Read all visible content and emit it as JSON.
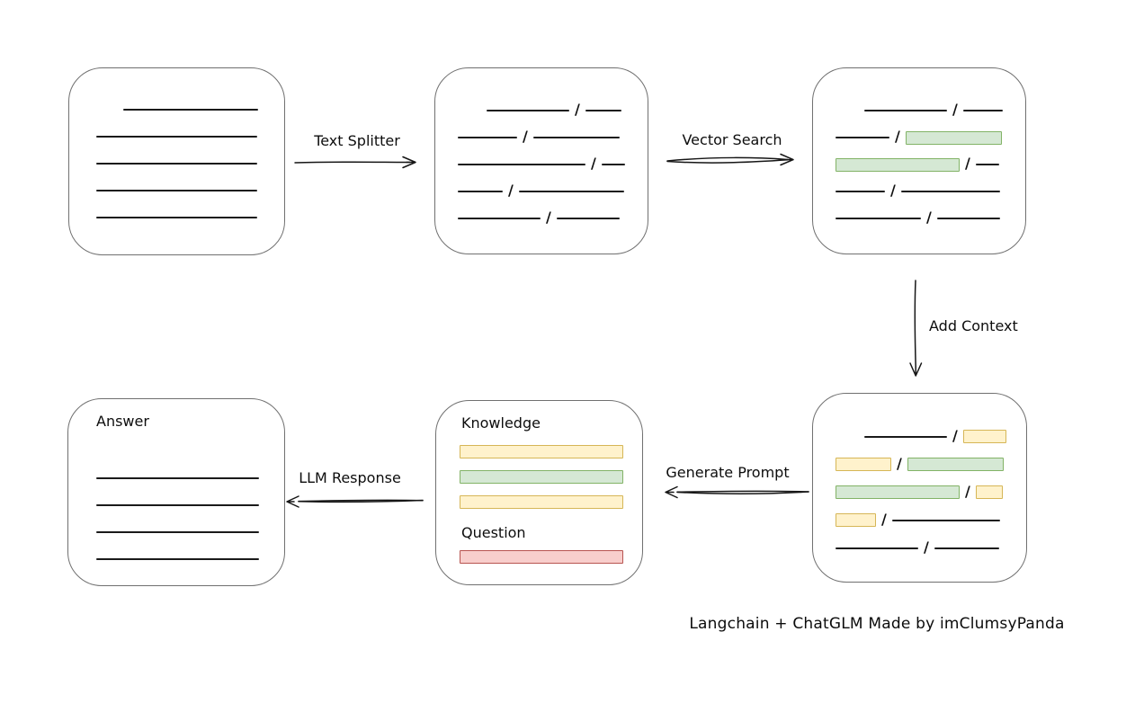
{
  "caption": "Langchain + ChatGLM Made by imClumsyPanda",
  "palette": {
    "green": {
      "fill": "#d5e8d4",
      "stroke": "#82b366"
    },
    "yellow": {
      "fill": "#fff2cc",
      "stroke": "#d6b656"
    },
    "red": {
      "fill": "#f8cecc",
      "stroke": "#b85450"
    },
    "box_stroke": "#707070",
    "ink": "#1a1a1a"
  },
  "arrows": {
    "text_splitter": {
      "label": "Text Splitter",
      "direction": "right"
    },
    "vector_search": {
      "label": "Vector Search",
      "direction": "right"
    },
    "add_context": {
      "label": "Add Context",
      "direction": "down"
    },
    "generate_prompt": {
      "label": "Generate Prompt",
      "direction": "left"
    },
    "llm_response": {
      "label": "LLM Response",
      "direction": "left"
    }
  },
  "boxes": {
    "document": {
      "rows": [
        [
          {
            "t": "line",
            "w": 150,
            "ml": 30
          }
        ],
        [
          {
            "t": "line",
            "w": 179
          }
        ],
        [
          {
            "t": "line",
            "w": 179
          }
        ],
        [
          {
            "t": "line",
            "w": 179
          }
        ],
        [
          {
            "t": "line",
            "w": 179
          }
        ]
      ]
    },
    "split_text": {
      "rows": [
        [
          {
            "t": "line",
            "w": 92,
            "ml": 32
          },
          {
            "t": "slash"
          },
          {
            "t": "line",
            "w": 40
          }
        ],
        [
          {
            "t": "line",
            "w": 66
          },
          {
            "t": "slash"
          },
          {
            "t": "line",
            "w": 96
          }
        ],
        [
          {
            "t": "line",
            "w": 142
          },
          {
            "t": "slash"
          },
          {
            "t": "line",
            "w": 26
          }
        ],
        [
          {
            "t": "line",
            "w": 50
          },
          {
            "t": "slash"
          },
          {
            "t": "line",
            "w": 117
          }
        ],
        [
          {
            "t": "line",
            "w": 92
          },
          {
            "t": "slash"
          },
          {
            "t": "line",
            "w": 70
          }
        ]
      ]
    },
    "vector_matches": {
      "rows": [
        [
          {
            "t": "line",
            "w": 92,
            "ml": 32
          },
          {
            "t": "slash"
          },
          {
            "t": "line",
            "w": 44
          }
        ],
        [
          {
            "t": "line",
            "w": 60
          },
          {
            "t": "slash"
          },
          {
            "t": "chip",
            "c": "green",
            "w": 107
          }
        ],
        [
          {
            "t": "chip",
            "c": "green",
            "w": 138
          },
          {
            "t": "slash"
          },
          {
            "t": "line",
            "w": 26
          }
        ],
        [
          {
            "t": "line",
            "w": 55
          },
          {
            "t": "slash"
          },
          {
            "t": "line",
            "w": 110
          }
        ],
        [
          {
            "t": "line",
            "w": 95
          },
          {
            "t": "slash"
          },
          {
            "t": "line",
            "w": 70
          }
        ]
      ]
    },
    "context_added": {
      "rows": [
        [
          {
            "t": "line",
            "w": 92,
            "ml": 32
          },
          {
            "t": "slash"
          },
          {
            "t": "chip",
            "c": "yellow",
            "w": 48
          }
        ],
        [
          {
            "t": "chip",
            "c": "yellow",
            "w": 62
          },
          {
            "t": "slash"
          },
          {
            "t": "chip",
            "c": "green",
            "w": 107
          }
        ],
        [
          {
            "t": "chip",
            "c": "green",
            "w": 138
          },
          {
            "t": "slash"
          },
          {
            "t": "chip",
            "c": "yellow",
            "w": 30
          }
        ],
        [
          {
            "t": "chip",
            "c": "yellow",
            "w": 45
          },
          {
            "t": "slash"
          },
          {
            "t": "line",
            "w": 120
          }
        ],
        [
          {
            "t": "line",
            "w": 92
          },
          {
            "t": "slash"
          },
          {
            "t": "line",
            "w": 72
          }
        ]
      ]
    },
    "prompt": {
      "knowledge_label": "Knowledge",
      "knowledge_bars": [
        "yellow",
        "green",
        "yellow"
      ],
      "question_label": "Question",
      "question_bars": [
        "red"
      ]
    },
    "answer": {
      "label": "Answer",
      "rows": [
        [
          {
            "t": "line",
            "w": 181
          }
        ],
        [
          {
            "t": "line",
            "w": 181
          }
        ],
        [
          {
            "t": "line",
            "w": 181
          }
        ],
        [
          {
            "t": "line",
            "w": 181
          }
        ]
      ]
    }
  }
}
